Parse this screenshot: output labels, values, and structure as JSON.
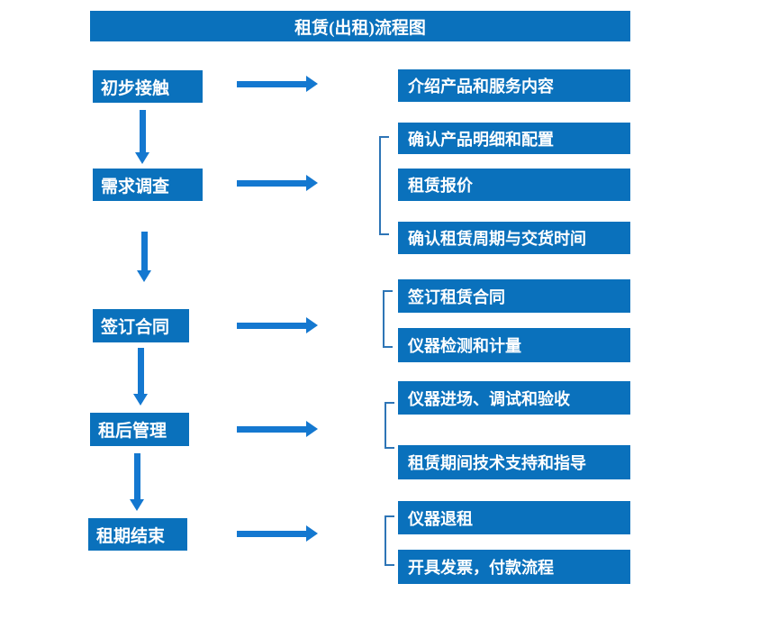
{
  "title": "租赁(出租)流程图",
  "colors": {
    "box_blue": "#0a71bc",
    "arrow_blue": "#1478d0",
    "bracket_blue": "#2e75b6",
    "text_white": "#ffffff"
  },
  "steps": [
    {
      "label": "初步接触",
      "details": [
        "介绍产品和服务内容"
      ]
    },
    {
      "label": "需求调查",
      "details": [
        "确认产品明细和配置",
        "租赁报价",
        "确认租赁周期与交货时间"
      ]
    },
    {
      "label": "签订合同",
      "details": [
        "签订租赁合同",
        "仪器检测和计量"
      ]
    },
    {
      "label": "租后管理",
      "details": [
        "仪器进场、调试和验收",
        "租赁期间技术支持和指导"
      ]
    },
    {
      "label": "租期结束",
      "details": [
        "仪器退租",
        "开具发票，付款流程"
      ]
    }
  ]
}
